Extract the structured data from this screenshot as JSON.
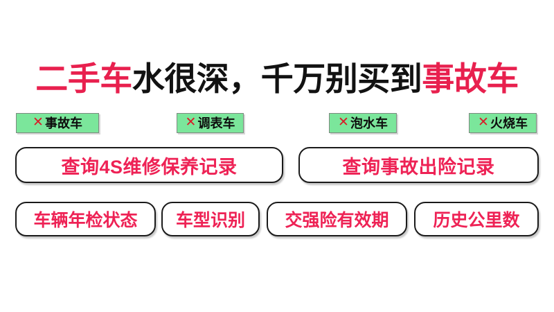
{
  "page": {
    "background_color": "#ffffff",
    "accent_red": "#E8204E",
    "pill_text_color": "#EE2255",
    "badge_green": "#7BE69B",
    "badge_x_color": "#D81B28",
    "headline_black": "#121212"
  },
  "headline": {
    "segments": [
      {
        "text": "二手车",
        "color": "red"
      },
      {
        "text": "水很深，千万别买到",
        "color": "black"
      },
      {
        "text": "事故车",
        "color": "red"
      }
    ],
    "full_text": "二手车水很深，千万别买到事故车"
  },
  "badges": [
    {
      "icon": "cross-mark-icon",
      "mark": "✕",
      "label": "事故车"
    },
    {
      "icon": "cross-mark-icon",
      "mark": "✕",
      "label": "调表车"
    },
    {
      "icon": "cross-mark-icon",
      "mark": "✕",
      "label": "泡水车"
    },
    {
      "icon": "cross-mark-icon",
      "mark": "✕",
      "label": "火烧车"
    }
  ],
  "query_buttons": [
    {
      "label": "查询4S维修保养记录"
    },
    {
      "label": "查询事故出险记录"
    }
  ],
  "feature_buttons": [
    {
      "label": "车辆年检状态"
    },
    {
      "label": "车型识别"
    },
    {
      "label": "交强险有效期"
    },
    {
      "label": "历史公里数"
    }
  ]
}
